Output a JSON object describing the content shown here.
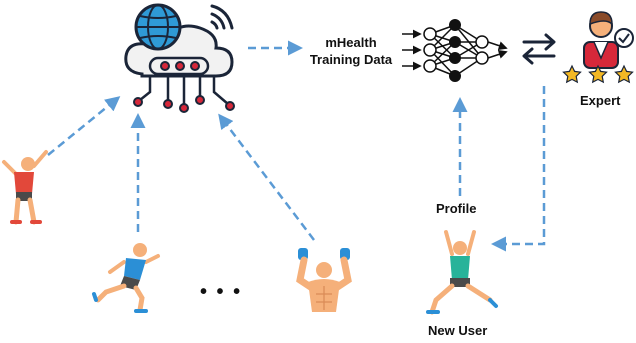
{
  "labels": {
    "training_line1": "mHealth",
    "training_line2": "Training Data",
    "expert": "Expert",
    "profile": "Profile",
    "new_user": "New User",
    "ellipsis": "• • •"
  },
  "colors": {
    "arrow_blue": "#5b9bd5",
    "cloud_fill": "#f2f2f2",
    "outline": "#1b2538",
    "globe": "#2f9ad6",
    "node_red": "#d6283a",
    "skin": "#f5b07a",
    "red_shirt": "#e2483a",
    "blue_shirt": "#2b8fd6",
    "teal_shirt": "#28b39a",
    "star": "#f3b824"
  },
  "icons": [
    "cloud-network-icon",
    "globe-icon",
    "wifi-icon",
    "neural-network-icon",
    "swap-arrows-icon",
    "expert-avatar-icon",
    "rating-stars-icon",
    "checkmark-badge-icon",
    "stretching-person-icon",
    "runner-icon",
    "bodybuilder-icon",
    "new-user-stretching-icon"
  ]
}
